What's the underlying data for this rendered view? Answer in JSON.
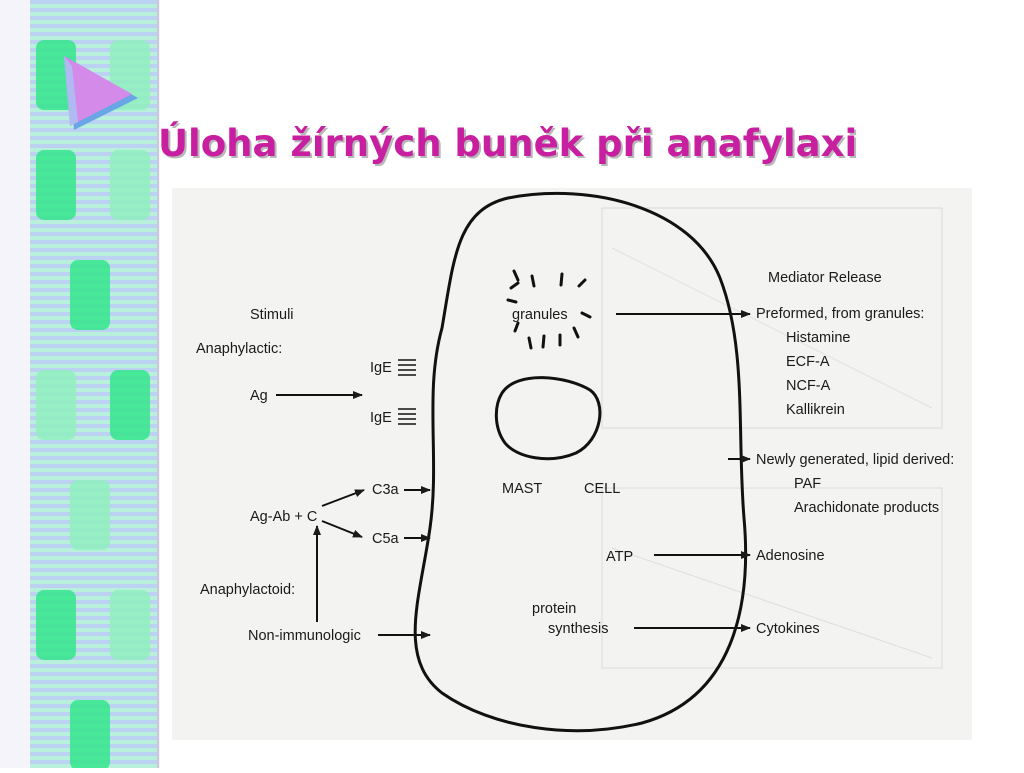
{
  "slide": {
    "title": "Úloha žírných buněk při anafylaxi",
    "colors": {
      "title": "#c81ea0",
      "bar_stripe_a": "#b8f0dc",
      "bar_stripe_b": "#bcd2f2",
      "bar_blocks": "#32e68c",
      "bar_blocks_light": "#8ff0c0",
      "arrow_icon": "#d48ae8",
      "arrow_icon_side": "#6aa6e6"
    },
    "decoration": {
      "arrow_icon": "triangle-arrow-icon"
    }
  },
  "diagram": {
    "stimuli_heading": "Stimuli",
    "anaphylactic_label": "Anaphylactic:",
    "ag": "Ag",
    "ige_top": "IgE",
    "ige_bottom": "IgE",
    "ag_ab_c": "Ag-Ab + C",
    "c3a": "C3a",
    "c5a": "C5a",
    "anaphylactoid_label": "Anaphylactoid:",
    "non_immunologic": "Non-immunologic",
    "granules": "granules",
    "mast": "MAST",
    "cell": "CELL",
    "atp": "ATP",
    "protein_line1": "protein",
    "protein_line2": "synthesis",
    "mediator_release_heading": "Mediator Release",
    "preformed_heading": "Preformed, from granules:",
    "preformed_items": [
      "Histamine",
      "ECF-A",
      "NCF-A",
      "Kallikrein"
    ],
    "lipid_heading": "Newly generated, lipid derived:",
    "lipid_items": [
      "PAF",
      "Arachidonate products"
    ],
    "adenosine": "Adenosine",
    "cytokines": "Cytokines"
  }
}
